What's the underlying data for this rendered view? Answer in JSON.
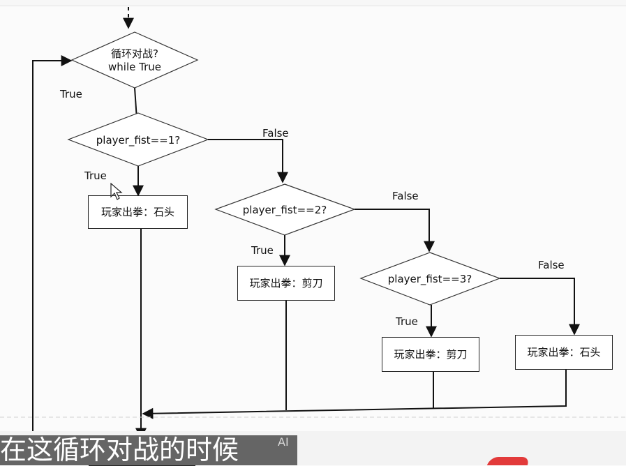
{
  "flowchart": {
    "loop_decision": {
      "line1": "循环对战?",
      "line2": "while True"
    },
    "decision_1": "player_fist==1?",
    "decision_2": "player_fist==2?",
    "decision_3": "player_fist==3?",
    "box_rock_1": "玩家出拳：石头",
    "box_scissors_1": "玩家出拳：剪刀",
    "box_scissors_2": "玩家出拳：剪刀",
    "box_rock_2": "玩家出拳：石头",
    "label_loop_true": "True",
    "label_d1_true": "True",
    "label_d1_false": "False",
    "label_d2_true": "True",
    "label_d2_false": "False",
    "label_d3_true": "True",
    "label_d3_false": "False"
  },
  "overlay": {
    "subtitle": "在这循环对战的时候",
    "ai_badge": "AI"
  },
  "colors": {
    "line": "#111111",
    "box_border": "#222222",
    "subtitle_bg": "#3c3c3c",
    "red_mark": "#e23a3a"
  }
}
